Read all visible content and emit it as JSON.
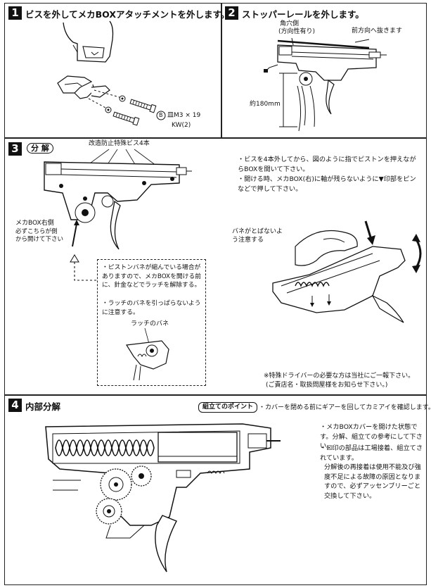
{
  "steps": [
    {
      "number": "1",
      "title": "ビスを外してメカBOXアタッチメントを外します。"
    },
    {
      "number": "2",
      "title": "ストッパーレールを外します。"
    },
    {
      "number": "3",
      "title": "分 解"
    },
    {
      "number": "4",
      "title": "内部分解"
    }
  ],
  "step1": {
    "screw_mark": "B",
    "screw_spec": "皿M3 × 19",
    "screw_qty": "KW(2)"
  },
  "step2": {
    "hole_label_line1": "角穴側",
    "hole_label_line2": "(方向性有り)",
    "forward_label": "前方向へ抜きます",
    "length_label": "約180mm"
  },
  "step3": {
    "screws_label": "改造防止特殊ビス4本",
    "mechabox_right_line1": "メカBOX右側",
    "mechabox_right_line2": "必ずこちらが側",
    "mechabox_right_line3": "から開けて下さい",
    "notes": [
      "・ビスを4本外してから、図のように指でピストンを押えながらBOXを開いて下さい。",
      "・開ける時、メカBOX(右)に軸が残らないように▼印部をピンなどで押して下さい。"
    ],
    "spring_warning": "バネがとばないよう注意する",
    "latch_notes": [
      "・ピストンバネが縮んでいる場合がありますので、メカBOXを開ける前に、針金などでラッチを解除する。",
      "・ラッチのバネを引っぱらないように注意する。"
    ],
    "latch_spring_label": "ラッチのバネ",
    "driver_note_line1": "※特殊ドライバーの必要な方は当社にご一報下さい。",
    "driver_note_line2": "(ご責店名・取扱問屋様をお知らせ下さい。)"
  },
  "step4": {
    "point_badge": "組立てのポイント",
    "point_text": "・カバーを閉める前にギアーを回してカミアイを確認します。",
    "notes": [
      "・メカBOXカバーを開けた状態です。分解、組立ての参考にして下さい。",
      "・☒印の部品は工場接着、組立てされています。",
      "分解後の再接着は使用不能及び強度不足による故障の原因となりますので、必ずアッセンブリーごと交換して下さい。"
    ]
  }
}
